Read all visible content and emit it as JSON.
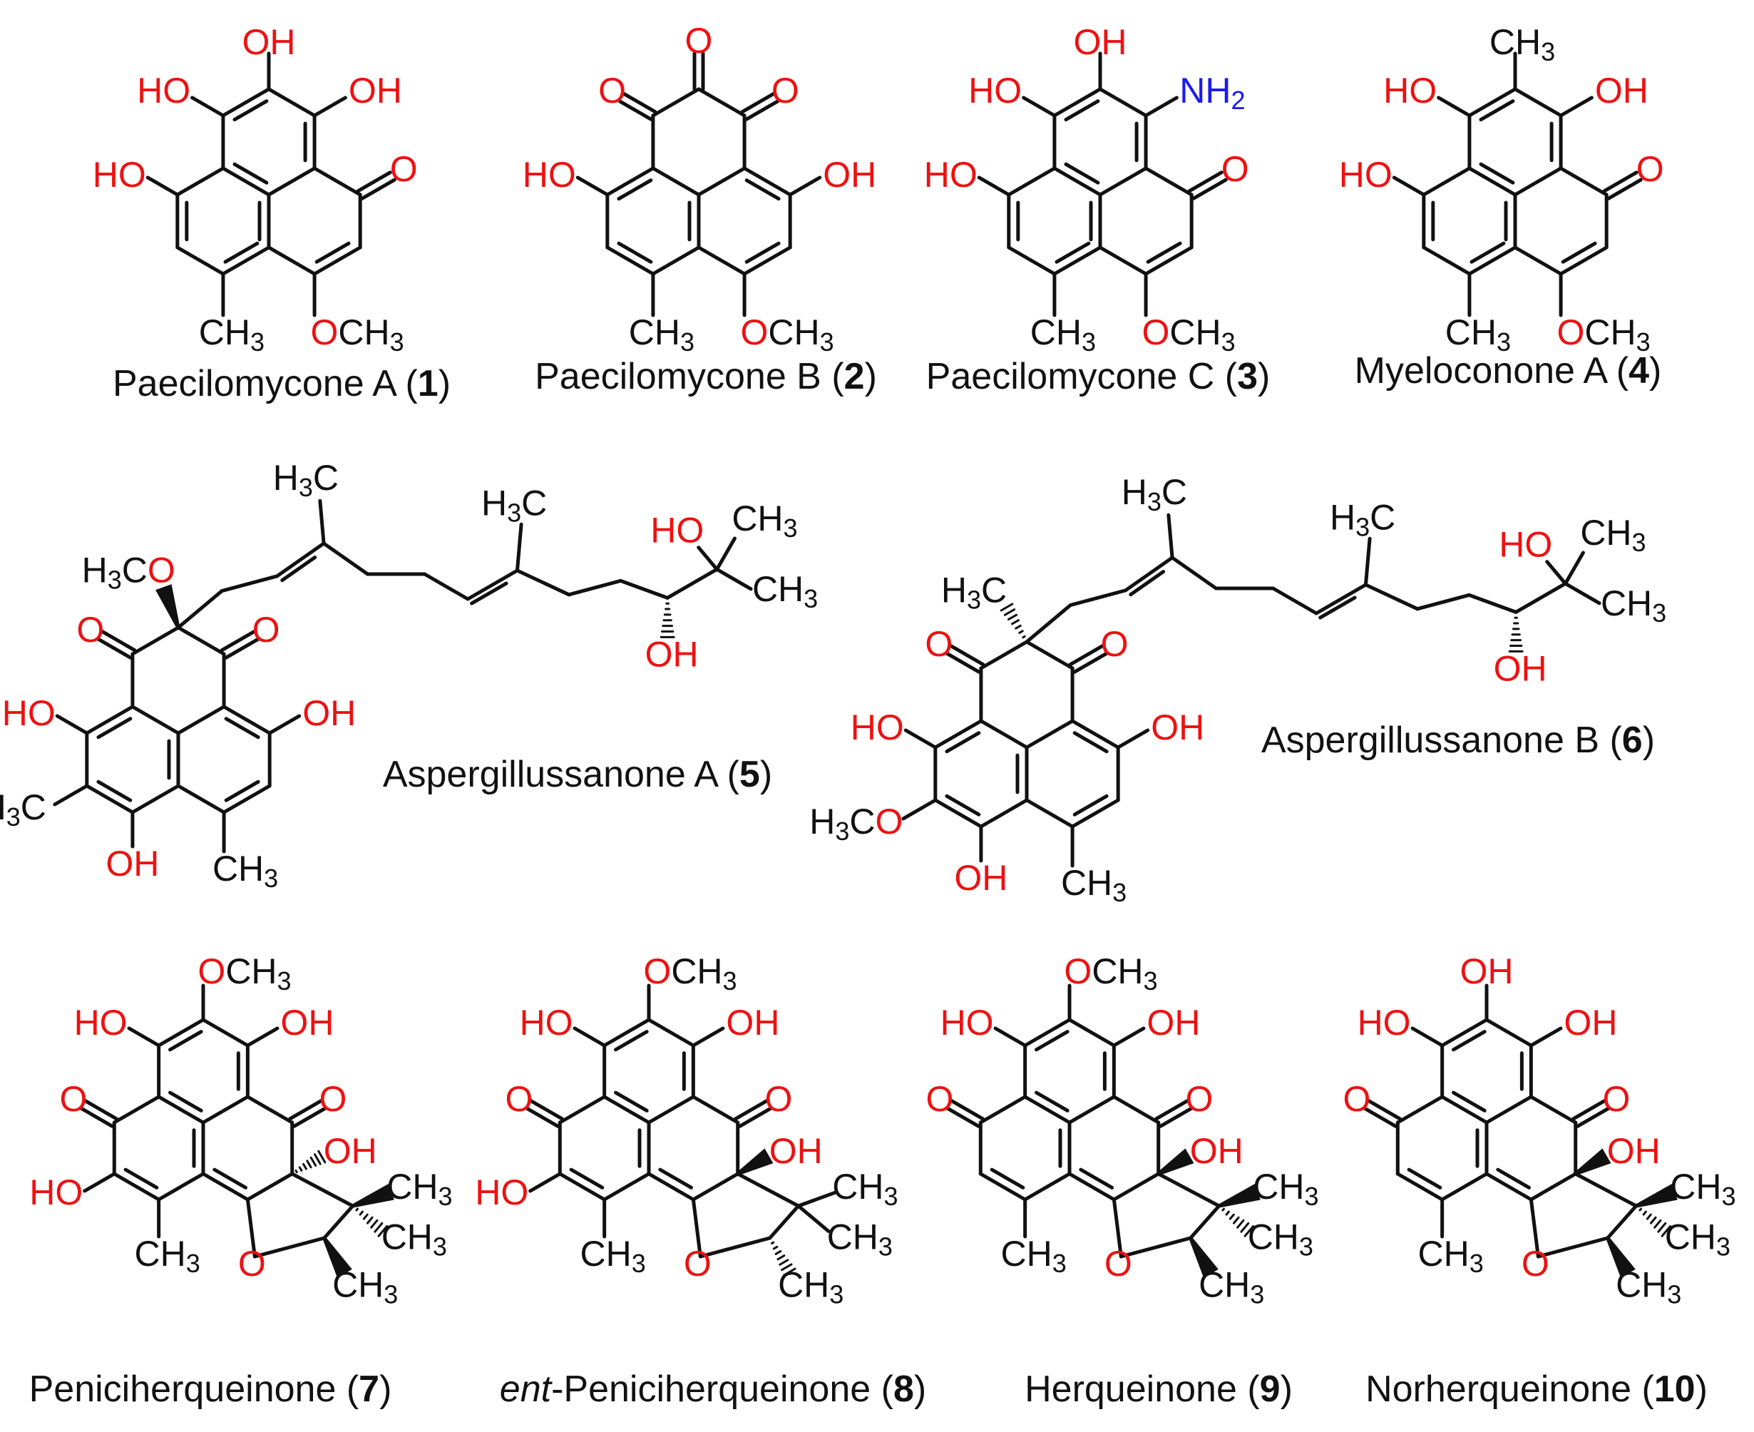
{
  "colors": {
    "bond": "#111111",
    "oxygen": "#ee1111",
    "nitrogen": "#1a1aee",
    "text": "#111111"
  },
  "compounds": [
    {
      "name": "Paecilomycone A",
      "number": "1"
    },
    {
      "name": "Paecilomycone B",
      "number": "2"
    },
    {
      "name": "Paecilomycone C",
      "number": "3"
    },
    {
      "name": "Myeloconone A",
      "number": "4"
    },
    {
      "name": "Aspergillussanone A",
      "number": "5"
    },
    {
      "name": "Aspergillussanone B",
      "number": "6"
    },
    {
      "name": "Peniciherqueinone",
      "number": "7"
    },
    {
      "name_prefix": "ent",
      "name": "-Peniciherqueinone",
      "number": "8"
    },
    {
      "name": "Herqueinone",
      "number": "9"
    },
    {
      "name": "Norherqueinone",
      "number": "10"
    }
  ],
  "atom_labels": {
    "OH": "OH",
    "HO": "HO",
    "O": "O",
    "C": "C",
    "CH": "CH",
    "H": "H",
    "NH": "NH",
    "sub2": "2",
    "sub3": "3"
  }
}
